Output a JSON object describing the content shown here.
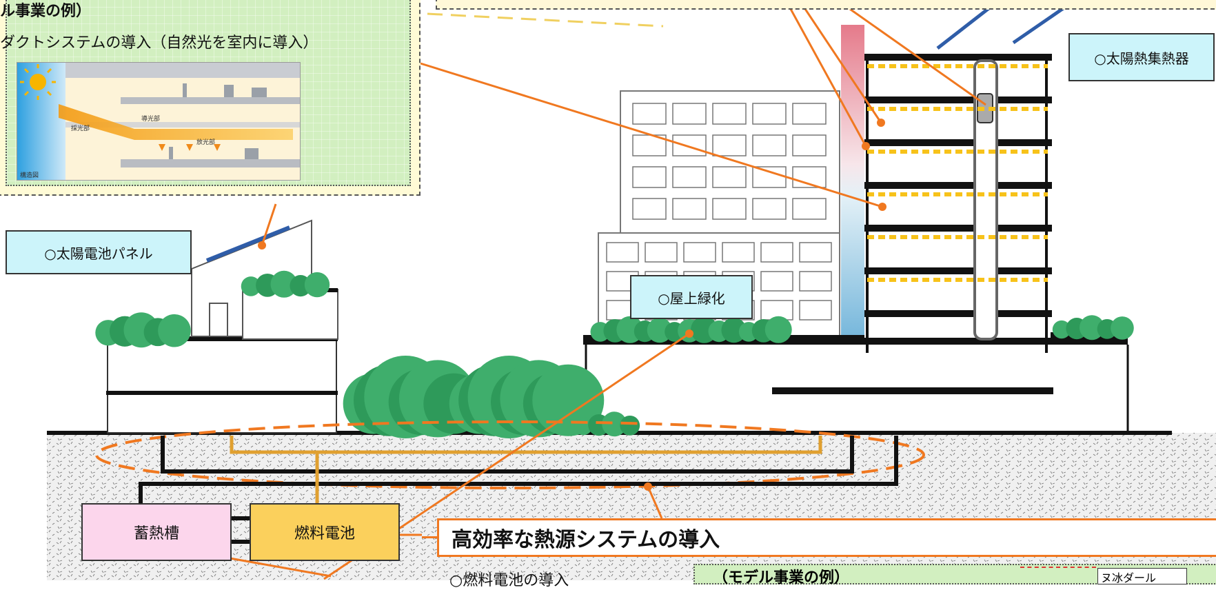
{
  "panel_top_left": {
    "title": "ル事業の例）",
    "description": "ダクトシステムの導入（自然光を室内に導入）",
    "illustration_labels": {
      "daylight_intake": "採光部",
      "light_guide": "導光部",
      "light_emission": "放光部",
      "structure_diagram": "構造図"
    }
  },
  "callouts": {
    "solar_panel": "○太陽電池パネル",
    "rooftop_greening": "○屋上緑化",
    "solar_collector": "○太陽熱集熱器"
  },
  "tanks": {
    "thermal_storage": "蓄熱槽",
    "fuel_cell": "燃料電池"
  },
  "banner": "高効率な熱源システムの導入",
  "bottom": {
    "left_text": "○燃料電池の導入",
    "panel_title": "（モデル事業の例）",
    "tag_text": "ヌ冰ダール"
  },
  "colors": {
    "orange": "#f07820",
    "callout_bg": "#ccf4fa",
    "panel_green": "#d2efc0",
    "tank_pink": "#fcd6ec",
    "tank_yellow": "#fbd05c",
    "tree_green": "#2e9a5a",
    "ground": "#eeeeee",
    "pipe_gold": "#e0a030"
  }
}
